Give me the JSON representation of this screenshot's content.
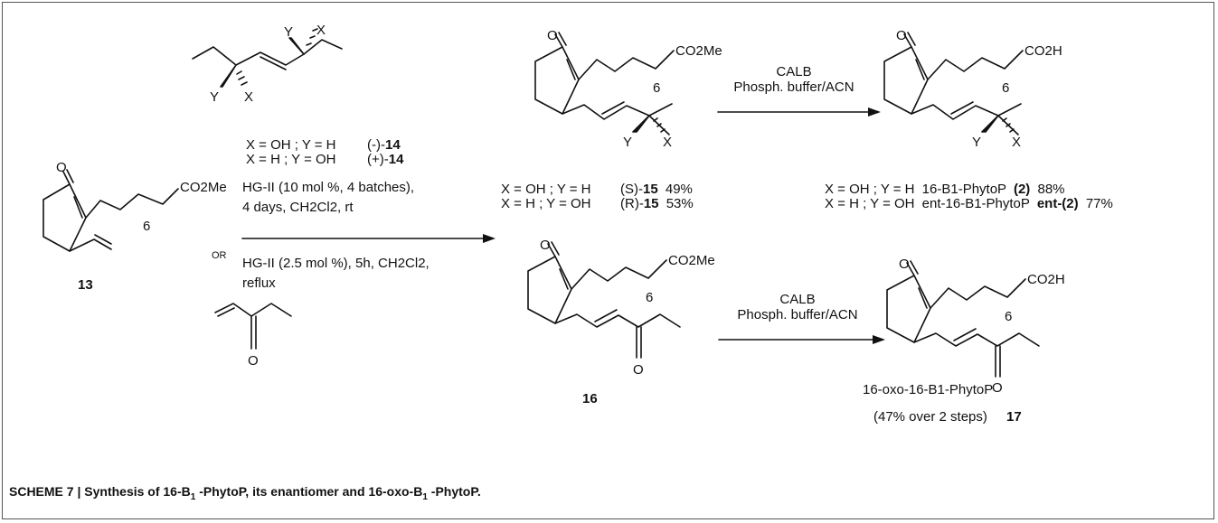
{
  "compounds": {
    "c13": {
      "number": "13",
      "ester_group": "CO2Me",
      "chain_index": "6",
      "carbonyl_atom": "O"
    },
    "c14": {
      "substituent_labels": [
        "Y",
        "X"
      ],
      "line1": {
        "def": "X = OH ; Y = H",
        "stereo": "(-)-",
        "number": "14"
      },
      "line2": {
        "def": "X = H ; Y = OH",
        "stereo": "(+)-",
        "number": "14"
      }
    },
    "c15": {
      "ester_group": "CO2Me",
      "chain_index": "6",
      "line1": {
        "def": "X = OH ; Y = H",
        "stereo": "(S)-",
        "number": "15",
        "yield": "49%"
      },
      "line2": {
        "def": "X = H ; Y = OH",
        "stereo": "(R)-",
        "number": "15",
        "yield": "53%"
      }
    },
    "c2": {
      "acid_group": "CO2H",
      "chain_index": "6",
      "line1": {
        "def": "X = OH ; Y = H",
        "name": "16-B1-PhytoP",
        "ref": "(2)",
        "yield": "88%"
      },
      "line2": {
        "def": "X = H ; Y = OH",
        "name": "ent-16-B1-PhytoP",
        "ref": "ent-(2)",
        "yield": "77%"
      }
    },
    "c16": {
      "number": "16",
      "ester_group": "CO2Me",
      "chain_index": "6"
    },
    "c17": {
      "number": "17",
      "acid_group": "CO2H",
      "chain_index": "6",
      "name": "16-oxo-16-B1-PhytoP",
      "yield_note": "(47% over 2 steps)"
    },
    "enone": {
      "carbonyl_atom": "O"
    }
  },
  "conditions": {
    "metathesis_route1_line1": "HG-II (10 mol %, 4 batches),",
    "metathesis_route1_line2": "4 days, CH2Cl2, rt",
    "or_label": "OR",
    "metathesis_route2_line1": "HG-II (2.5 mol %), 5h, CH2Cl2,",
    "metathesis_route2_line2": "reflux",
    "hydrolysis_enzyme": "CALB",
    "hydrolysis_medium": "Phosph. buffer/ACN"
  },
  "caption": {
    "prefix": "SCHEME 7 | Synthesis of 16-B",
    "sub1": "1",
    "middle": " -PhytoP, its enantiomer and 16-oxo-B",
    "sub2": "1",
    "suffix": " -PhytoP."
  }
}
